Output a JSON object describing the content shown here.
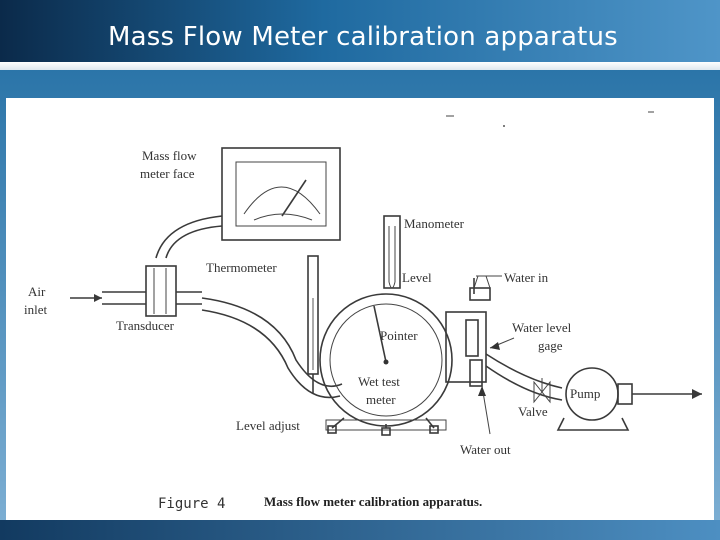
{
  "slide": {
    "title": "Mass Flow Meter calibration apparatus"
  },
  "figure": {
    "labels": {
      "mass_flow_meter_face": [
        "Mass flow",
        "meter face"
      ],
      "manometer": "Manometer",
      "thermometer": "Thermometer",
      "level": "Level",
      "water_in": "Water in",
      "air_inlet": [
        "Air",
        "inlet"
      ],
      "transducer": "Transducer",
      "pointer": "Pointer",
      "water_level_gage": [
        "Water level",
        "gage"
      ],
      "wet_test_meter": [
        "Wet test",
        "meter"
      ],
      "pump": "Pump",
      "valve": "Valve",
      "level_adjust": "Level adjust",
      "water_out": "Water out"
    },
    "caption": {
      "figure_number": "Figure 4",
      "text": "Mass flow meter calibration apparatus."
    }
  },
  "colors": {
    "title_text": "#ffffff",
    "ink": "#3a3a3a",
    "paper": "#ffffff"
  }
}
